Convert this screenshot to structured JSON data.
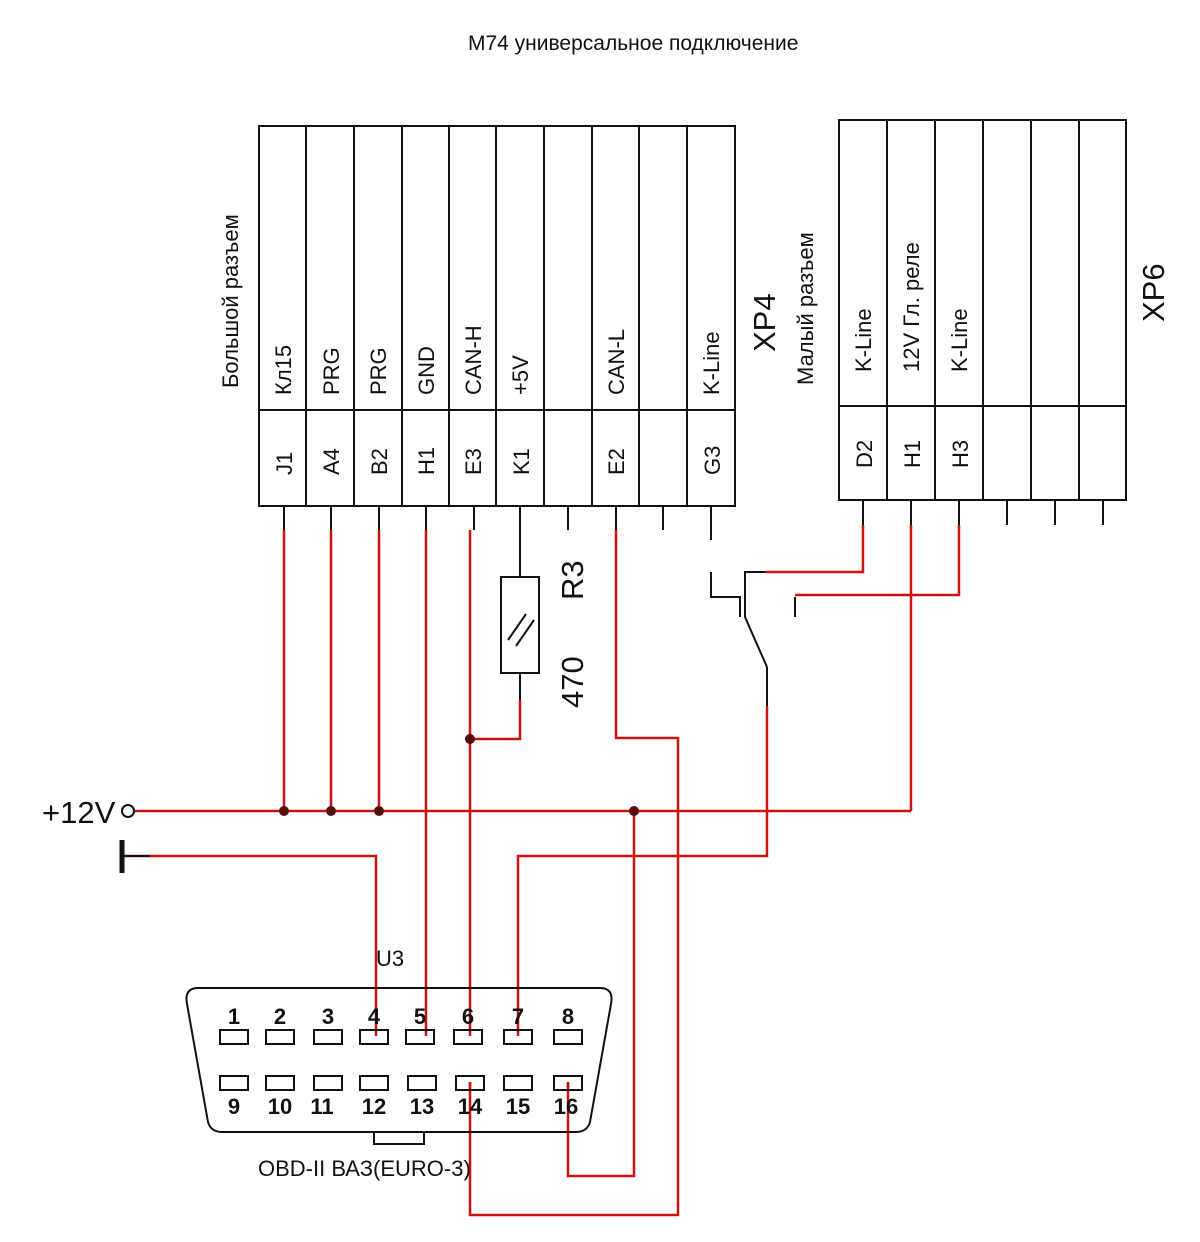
{
  "title": "М74 универсальное подключение",
  "xp4": {
    "name": "XP4",
    "side_label": "Большой разъем",
    "functions": [
      "Кл15",
      "PRG",
      "PRG",
      "GND",
      "CAN-H",
      "+5V",
      "",
      "CAN-L",
      "",
      "K-Line"
    ],
    "pins": [
      "J1",
      "A4",
      "B2",
      "H1",
      "E3",
      "K1",
      "",
      "E2",
      "",
      "G3"
    ]
  },
  "xp6": {
    "name": "XP6",
    "side_label": "Малый разъем",
    "functions": [
      "K-Line",
      "12V Гл. реле",
      "K-Line",
      "",
      "",
      ""
    ],
    "pins": [
      "D2",
      "H1",
      "H3",
      "",
      "",
      ""
    ]
  },
  "resistor": {
    "ref": "R3",
    "value": "470"
  },
  "supply_label": "+12V",
  "obd": {
    "ref": "U3",
    "label": "OBD-II ВАЗ(EURO-3)",
    "top_row": [
      "1",
      "2",
      "3",
      "4",
      "5",
      "6",
      "7",
      "8"
    ],
    "bottom_row": [
      "9",
      "10",
      "11",
      "12",
      "13",
      "14",
      "15",
      "16"
    ]
  },
  "colors": {
    "wire_red": "#cc1111",
    "line_black": "#111111"
  }
}
